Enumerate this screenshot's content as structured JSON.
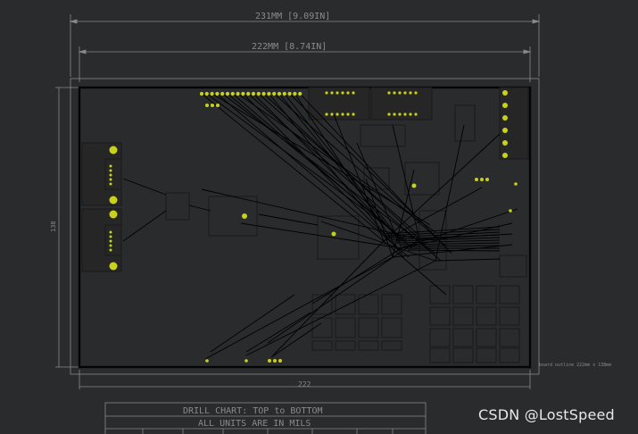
{
  "dimensions": {
    "outer_width": "231MM [9.09IN]",
    "inner_width": "222MM [8.74IN]",
    "bottom_width": "222",
    "side_height": "138"
  },
  "board": {
    "outline_note": "board outline 222mm x 138mm"
  },
  "drill_chart": {
    "title": "DRILL CHART: TOP to BOTTOM",
    "units": "ALL UNITS ARE IN MILS"
  },
  "watermark": "CSDN @LostSpeed",
  "colors": {
    "background": "#2a2b2d",
    "board_outline": "#050505",
    "ratsnest": "#000000",
    "pad": "#c9d21a",
    "dimension": "#8a8a8a"
  }
}
